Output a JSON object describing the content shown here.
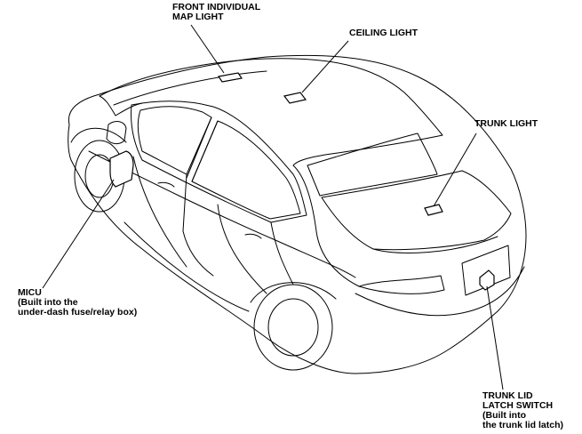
{
  "callouts": {
    "front_map_light": {
      "line1": "FRONT INDIVIDUAL",
      "line2": "MAP LIGHT"
    },
    "ceiling_light": {
      "line1": "CEILING LIGHT"
    },
    "trunk_light": {
      "line1": "TRUNK LIGHT"
    },
    "micu": {
      "line1": "MICU",
      "line2": "(Built into the",
      "line3": "under-dash fuse/relay box)"
    },
    "trunk_lid_latch_switch": {
      "line1": "TRUNK LID",
      "line2": "LATCH SWITCH",
      "line3": "(Built into",
      "line4": "the trunk lid latch)"
    }
  },
  "colors": {
    "line": "#000000",
    "background": "#ffffff",
    "component_fill": "#ffffff"
  }
}
